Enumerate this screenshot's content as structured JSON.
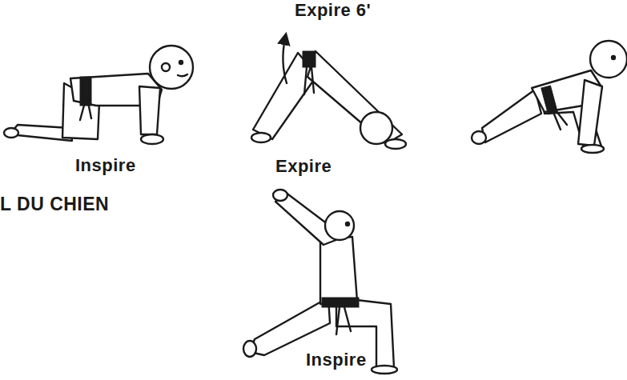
{
  "diagram": {
    "title": "L DU CHIEN",
    "labels": [
      "Inspire",
      "Expire 6'",
      "Expire",
      "Inspire"
    ]
  }
}
